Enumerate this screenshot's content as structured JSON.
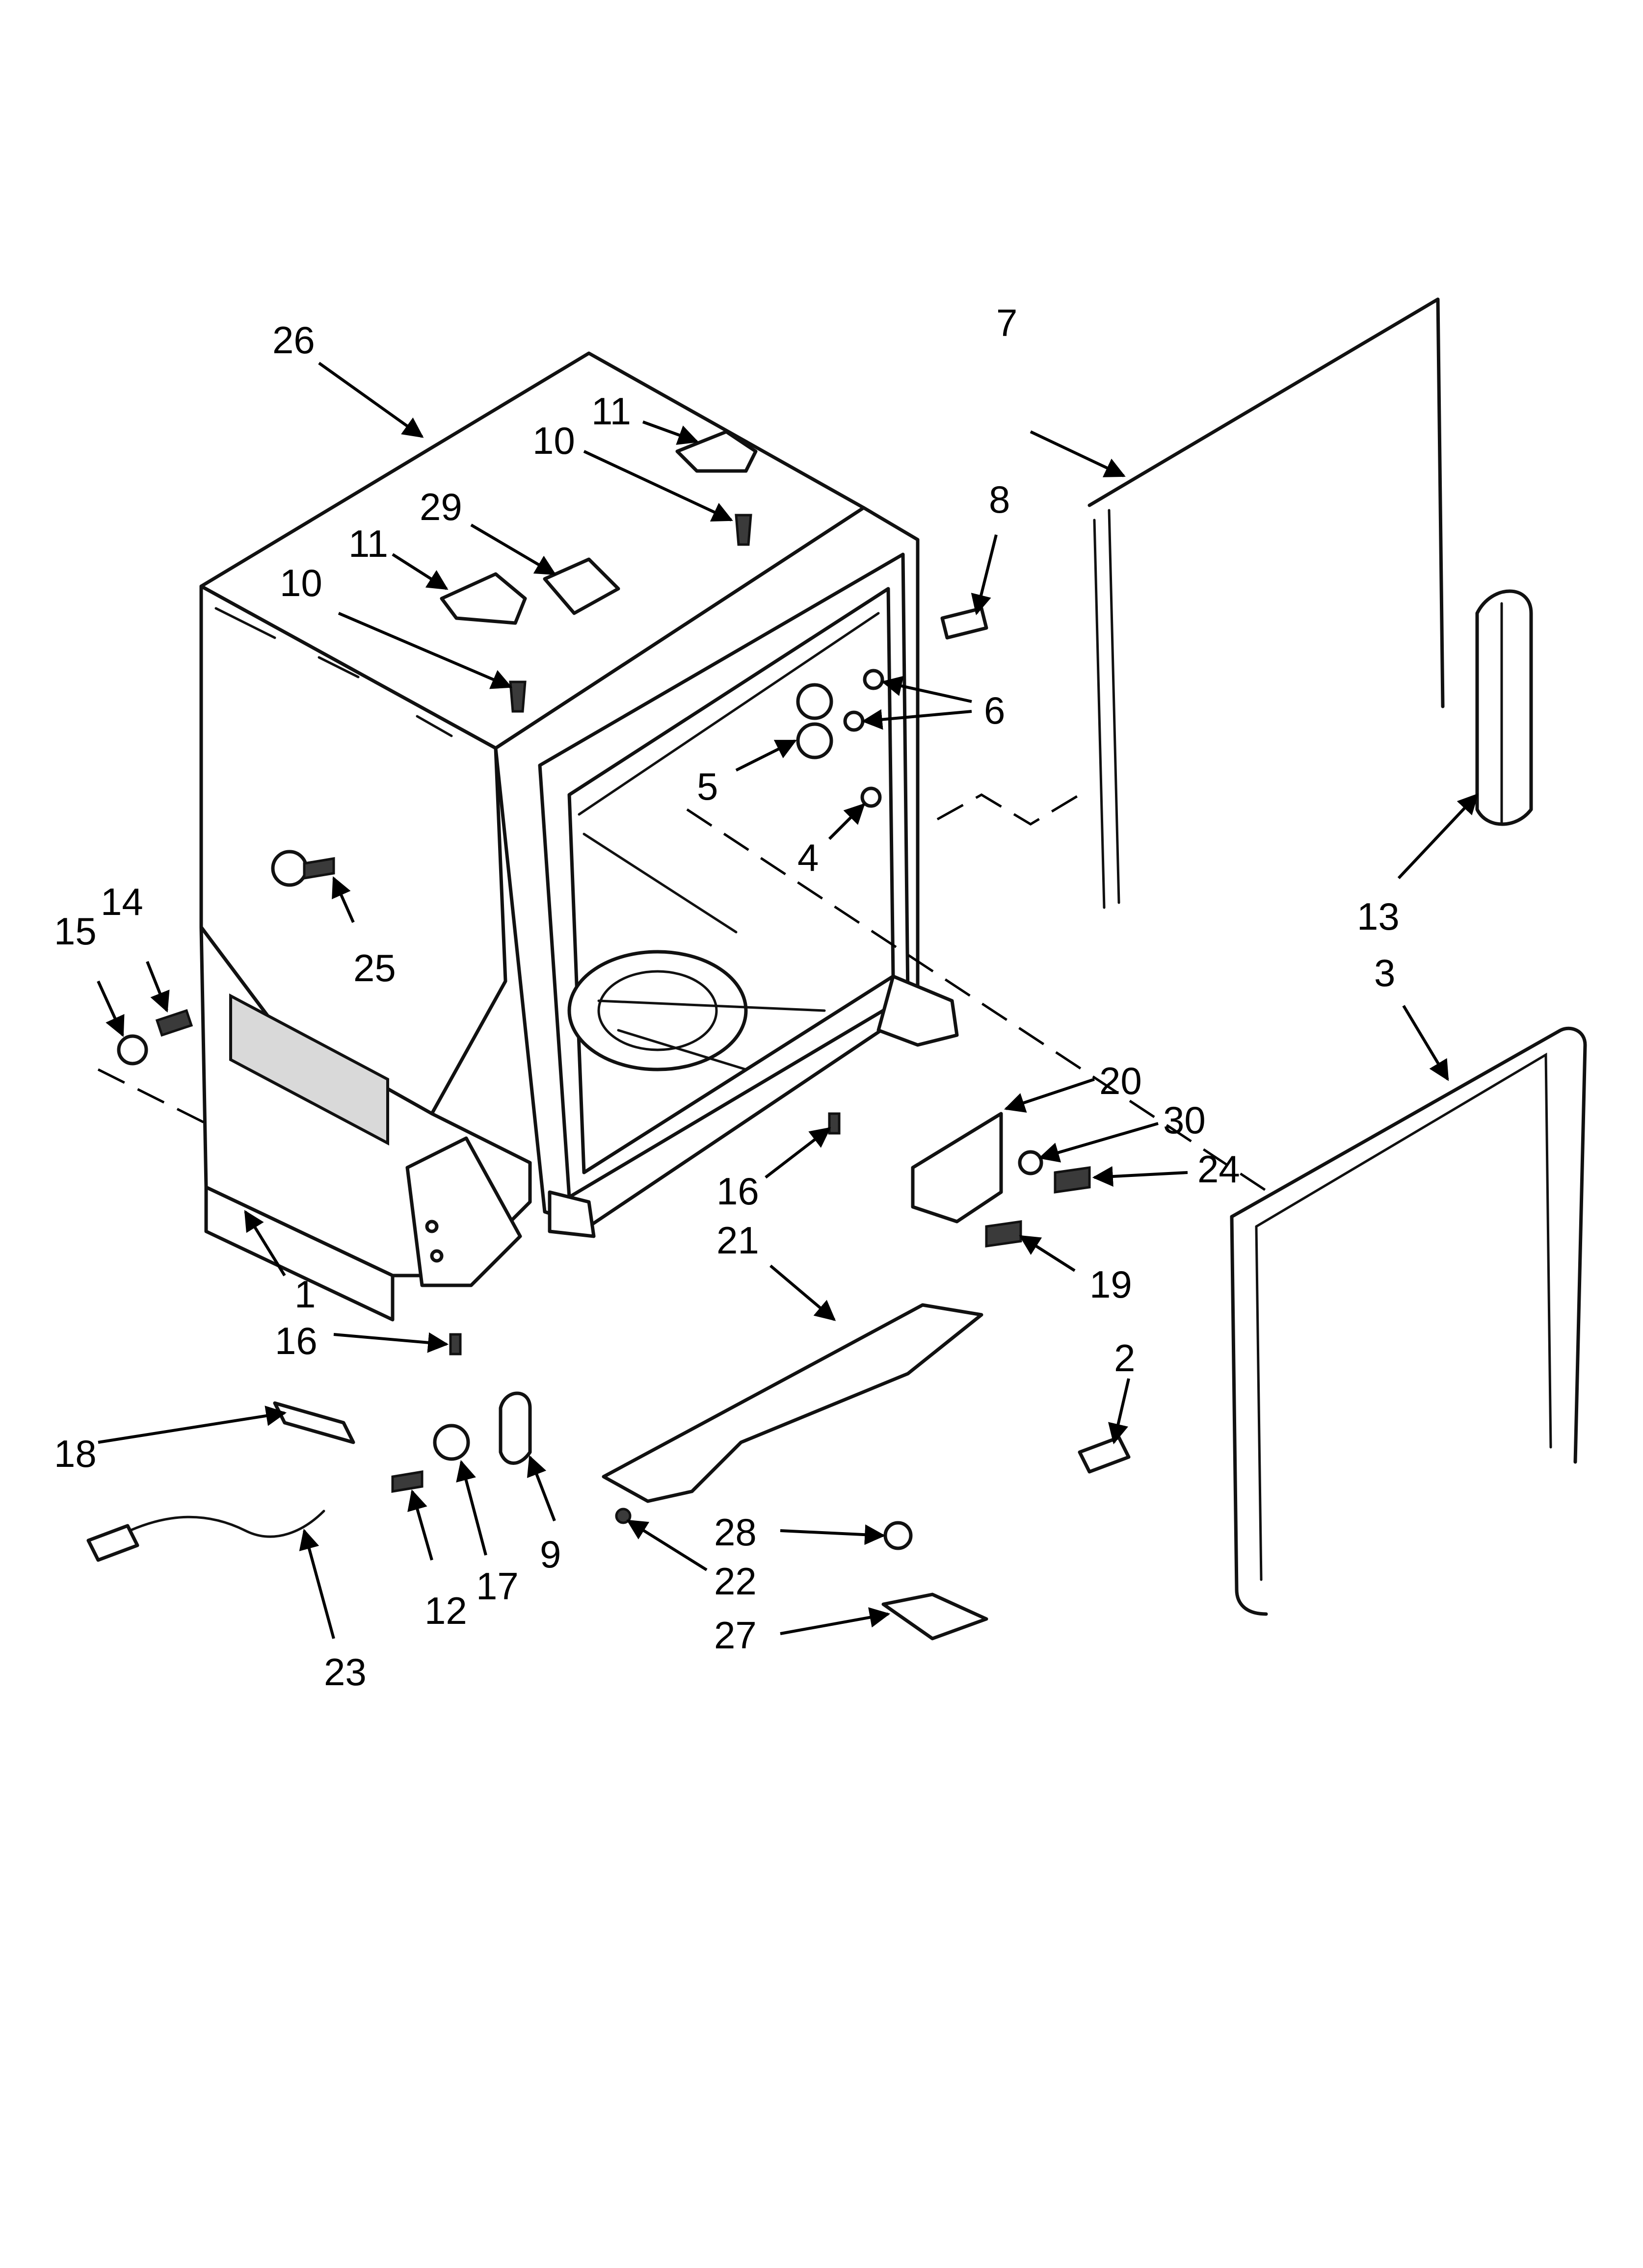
{
  "diagram": {
    "colors": {
      "line": "#111111",
      "background": "#ffffff",
      "shade": "#d9d9d9"
    },
    "callouts": [
      {
        "id": "c26",
        "label": "26"
      },
      {
        "id": "c11a",
        "label": "11"
      },
      {
        "id": "c10a",
        "label": "10"
      },
      {
        "id": "c29",
        "label": "29"
      },
      {
        "id": "c11b",
        "label": "11"
      },
      {
        "id": "c10b",
        "label": "10"
      },
      {
        "id": "c7",
        "label": "7"
      },
      {
        "id": "c8",
        "label": "8"
      },
      {
        "id": "c6",
        "label": "6"
      },
      {
        "id": "c5",
        "label": "5"
      },
      {
        "id": "c4",
        "label": "4"
      },
      {
        "id": "c25",
        "label": "25"
      },
      {
        "id": "c15",
        "label": "15"
      },
      {
        "id": "c14",
        "label": "14"
      },
      {
        "id": "c13",
        "label": "13"
      },
      {
        "id": "c3",
        "label": "3"
      },
      {
        "id": "c20",
        "label": "20"
      },
      {
        "id": "c30",
        "label": "30"
      },
      {
        "id": "c24",
        "label": "24"
      },
      {
        "id": "c16a",
        "label": "16"
      },
      {
        "id": "c21",
        "label": "21"
      },
      {
        "id": "c19",
        "label": "19"
      },
      {
        "id": "c2",
        "label": "2"
      },
      {
        "id": "c1",
        "label": "1"
      },
      {
        "id": "c16b",
        "label": "16"
      },
      {
        "id": "c18",
        "label": "18"
      },
      {
        "id": "c9",
        "label": "9"
      },
      {
        "id": "c12",
        "label": "12"
      },
      {
        "id": "c17",
        "label": "17"
      },
      {
        "id": "c28",
        "label": "28"
      },
      {
        "id": "c22",
        "label": "22"
      },
      {
        "id": "c27",
        "label": "27"
      },
      {
        "id": "c23",
        "label": "23"
      }
    ]
  }
}
